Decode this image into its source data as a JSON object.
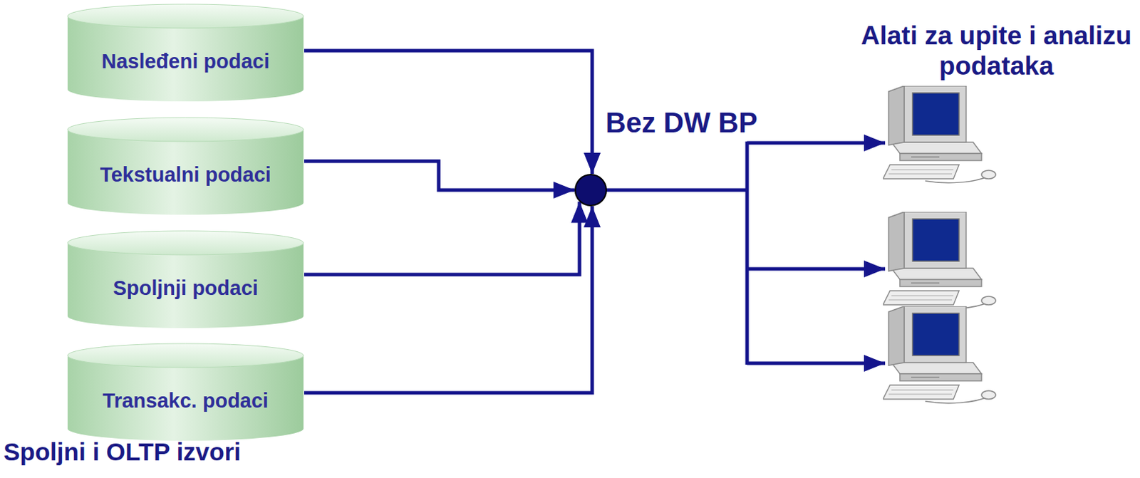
{
  "diagram": {
    "nodes": [
      {
        "text": [
          "Nasleđeni podaci"
        ]
      },
      {
        "text": [
          "Tekstualni podaci"
        ]
      },
      {
        "text": [
          "Spoljnji podaci"
        ]
      },
      {
        "text": [
          "Transakc. podaci"
        ]
      },
      {
        "text": [
          "Bez DW BP"
        ]
      }
    ],
    "edges": [
      {
        "from": 0,
        "to": 4,
        "arrow": "to"
      },
      {
        "from": 1,
        "to": 4,
        "arrow": "to"
      },
      {
        "from": 2,
        "to": 4,
        "arrow": "to"
      },
      {
        "from": 3,
        "to": 4,
        "arrow": "to"
      }
    ],
    "labels": [
      "Alati za upite i analizu podataka",
      "Spoljni i OLTP izvori"
    ]
  }
}
